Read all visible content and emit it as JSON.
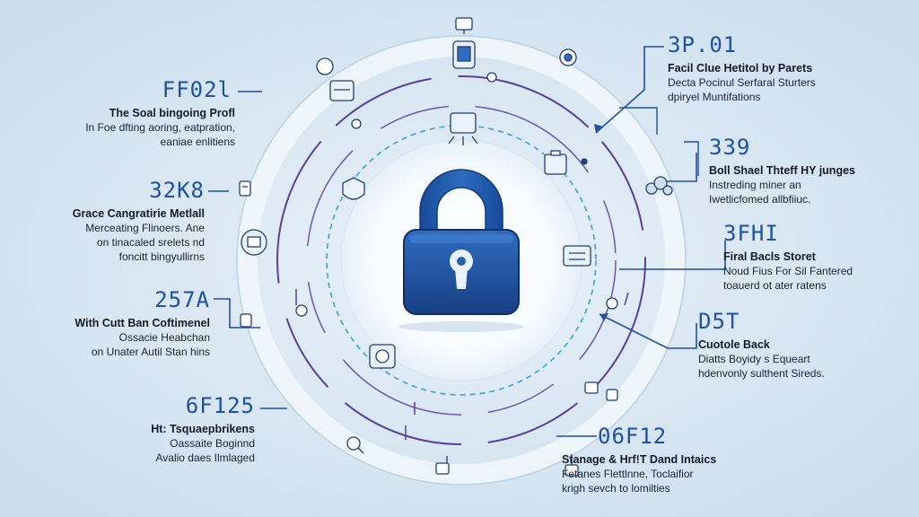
{
  "colors": {
    "accent_blue": "#1f4fa8",
    "ring_purple": "#5a3fa0",
    "ring_light": "#f5f9fd",
    "lock_body": "#1f4f96",
    "dashed_ring": "#3aa0e6"
  },
  "center_icon": "padlock-icon",
  "callouts": [
    {
      "id": "top-left",
      "code": "FF02l",
      "title": "The Soal bingoing Profl",
      "lines": [
        "In Foe dfting aoring, eatpration,",
        "eaniae enlitiens"
      ]
    },
    {
      "id": "left-2",
      "code": "32K8",
      "title": "Grace Cangratirie Metlall",
      "lines": [
        "Merceating Flinoers. Ane",
        "on tinacaled srelets nd",
        "foncitt bingyullirns"
      ]
    },
    {
      "id": "left-3",
      "code": "257A",
      "title": "With Cutt Ban Coftimenel",
      "lines": [
        "Ossacie Heabchan",
        "on Unater Autil Stan hins"
      ]
    },
    {
      "id": "left-4",
      "code": "6F125",
      "title": "Ht: Tsquaepbrikens",
      "lines": [
        "Oassaite Boginnd",
        "Avalio daes Ilmlaged"
      ]
    },
    {
      "id": "top-right",
      "code": "3P.01",
      "title": "Facil Clue Hetitol by Parets",
      "lines": [
        "Decta Pocinul Serfaral Sturters",
        "dpiryel Muntifations"
      ]
    },
    {
      "id": "right-2",
      "code": "339",
      "title": "Boll Shael Thteff HY junges",
      "lines": [
        "Instreding miner an",
        "Iwetlicfomed allbfiiuc."
      ]
    },
    {
      "id": "right-3",
      "code": "3FHI",
      "title": "Firal Bacls Storet",
      "lines": [
        "Noud Fius For Sil Fantered",
        "toauerd ot ater ratens"
      ]
    },
    {
      "id": "right-4",
      "code": "D5T",
      "title": "Cuotole Back",
      "lines": [
        "Diatts Boyidy s Equeart",
        "hdenvonly sulthent Sireds."
      ]
    },
    {
      "id": "bottom-right",
      "code": "06F12",
      "title": "Stanage & Hrf!T Dand Intaics",
      "lines": [
        "Fetanes Flettlnne, Toclaifior",
        "krigh sevch to lomilties"
      ]
    }
  ],
  "icons": [
    "monitor-icon",
    "robot-icon",
    "camera-icon",
    "shield-icon",
    "gear-icon",
    "database-icon",
    "bug-icon",
    "document-icon",
    "network-icon",
    "server-icon",
    "cloud-icon",
    "lock-icon",
    "circuit-icon",
    "search-icon",
    "user-icon",
    "alarm-icon",
    "chip-icon",
    "pin-icon",
    "briefcase-icon",
    "key-icon"
  ]
}
